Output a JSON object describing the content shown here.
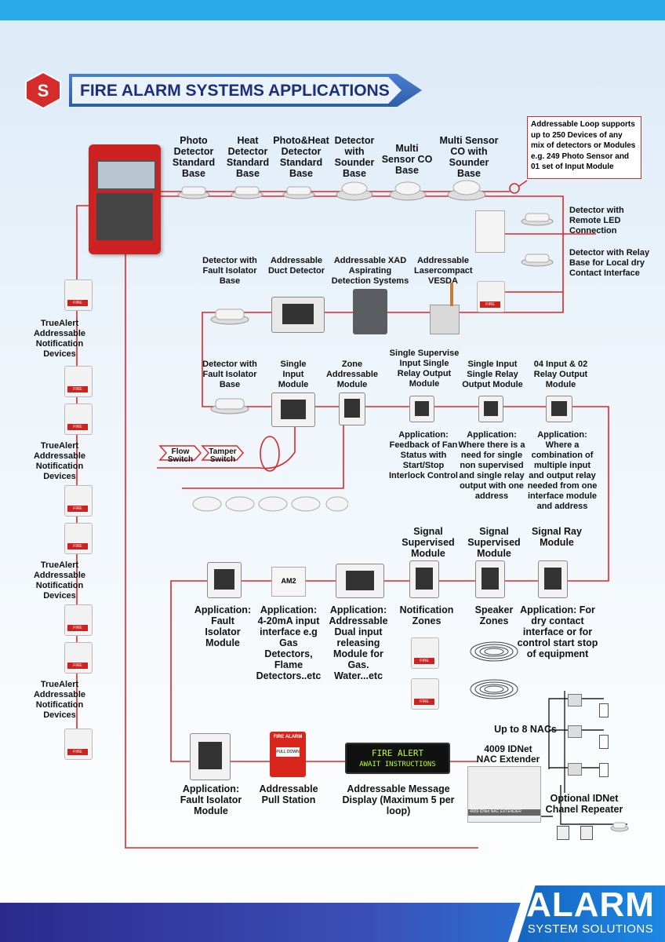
{
  "header": {
    "title": "FIRE ALARM SYSTEMS APPLICATIONS"
  },
  "note": "Addressable Loop supports up to 250 Devices of any mix of detectors or Modules e.g. 249 Photo Sensor and 01 set of Input Module",
  "row1": [
    {
      "label": "Photo Detector Standard Base"
    },
    {
      "label": "Heat Detector Standard Base"
    },
    {
      "label": "Photo&Heat Detector Standard Base"
    },
    {
      "label": "Detector with Sounder Base"
    },
    {
      "label": "Multi Sensor CO Base"
    },
    {
      "label": "Multi Sensor CO with Sounder Base"
    }
  ],
  "right_labels": {
    "led": "Detector with Remote LED Connection",
    "relay": "Detector with Relay Base for Local dry Contact Interface"
  },
  "row2": [
    {
      "label": "Detector with Fault Isolator Base"
    },
    {
      "label": "Addressable Duct Detector"
    },
    {
      "label": "Addressable XAD Aspirating Detection Systems"
    },
    {
      "label": "Addressable Lasercompact VESDA"
    }
  ],
  "row3": [
    {
      "label": "Detector with Fault Isolator Base"
    },
    {
      "label": "Single Input Module"
    },
    {
      "label": "Zone Addressable Module"
    },
    {
      "label": "Single Supervise Input Single Relay Output Module"
    },
    {
      "label": "Single Input Single Relay Output Module"
    },
    {
      "label": "04 Input & 02 Relay Output Module"
    }
  ],
  "row3_apps": [
    {
      "label": "Application: Feedback of Fan Status with Start/Stop Interlock Control"
    },
    {
      "label": "Application: Where there is a need for single non supervised and single relay output with one address"
    },
    {
      "label": "Application: Where a combination of multiple input and output relay needed from one interface module and address"
    }
  ],
  "switches": {
    "flow": "Flow Switch",
    "tamper": "Tamper Switch"
  },
  "row4_top": [
    {
      "label": "Signal Supervised Module"
    },
    {
      "label": "Signal Supervised Module"
    },
    {
      "label": "Signal Ray Module"
    }
  ],
  "row4_bottom": [
    {
      "label": "Application: Fault Isolator Module"
    },
    {
      "label": "Application: 4-20mA input interface e.g Gas Detectors, Flame Detectors..etc"
    },
    {
      "label": "Application: Addressable Dual input releasing Module for Gas. Water...etc"
    },
    {
      "label": "Notification Zones"
    },
    {
      "label": "Speaker Zones"
    },
    {
      "label": "Application: For dry contact interface or for control start stop of equipment"
    }
  ],
  "row5": [
    {
      "label": "Application: Fault Isolator Module"
    },
    {
      "label": "Addressable Pull Station"
    },
    {
      "label": "Addressable Message Display (Maximum 5 per loop)"
    }
  ],
  "message_display": {
    "line1": "FIRE ALERT",
    "line2": "AWAIT INSTRUCTIONS"
  },
  "pull_station": {
    "text": "FIRE ALARM",
    "sub": "PULL DOWN"
  },
  "nac": {
    "upto": "Up to 8 NACs",
    "extender": "4009 IDNet NAC Extender",
    "repeater": "Optional IDNet Chanel Repeater",
    "cabinet_text": "4009 IDNet NAC EXTENDER"
  },
  "truealert": "TrueAlert Addressable Notification Devices",
  "fire_tag": "FIRE",
  "am2_tag": "AM2",
  "brand": {
    "title": "ALARM",
    "subtitle": "SYSTEM SOLUTIONS"
  },
  "colors": {
    "wire": "#d62b2b",
    "brand_blue": "#1e88e5",
    "title": "#1b2f7a"
  }
}
